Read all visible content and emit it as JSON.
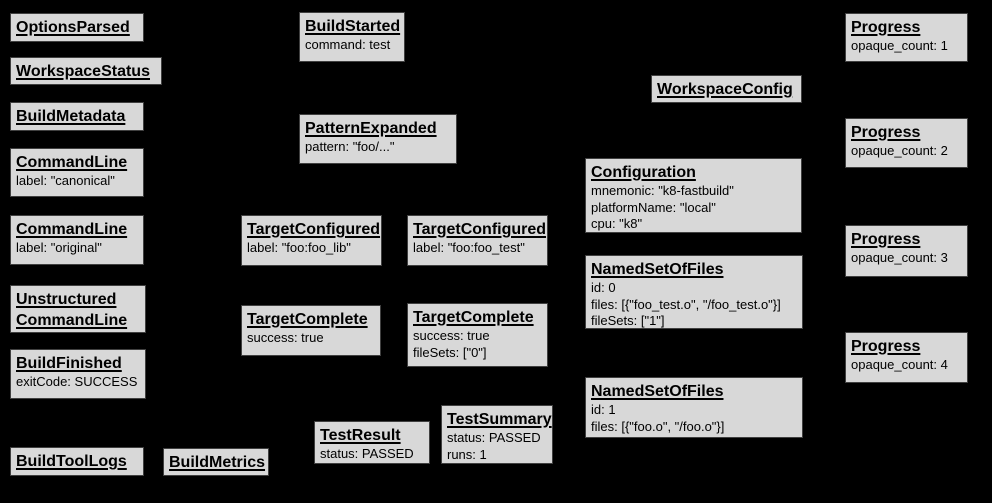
{
  "colors": {
    "background": "#000000",
    "node_fill": "#d8d8d8",
    "node_border": "#404040",
    "text": "#000000"
  },
  "nodes": {
    "options_parsed": {
      "title": "OptionsParsed",
      "lines": []
    },
    "workspace_status": {
      "title": "WorkspaceStatus",
      "lines": []
    },
    "build_metadata": {
      "title": "BuildMetadata",
      "lines": []
    },
    "command_line_canonical": {
      "title": "CommandLine",
      "lines": [
        "label: \"canonical\""
      ]
    },
    "command_line_original": {
      "title": "CommandLine",
      "lines": [
        "label: \"original\""
      ]
    },
    "unstructured_command_line": {
      "title": "Unstructured\nCommandLine",
      "lines": []
    },
    "build_finished": {
      "title": "BuildFinished",
      "lines": [
        "exitCode: SUCCESS"
      ]
    },
    "build_tool_logs": {
      "title": "BuildToolLogs",
      "lines": []
    },
    "build_metrics": {
      "title": "BuildMetrics",
      "lines": []
    },
    "build_started": {
      "title": "BuildStarted",
      "lines": [
        "command: test"
      ]
    },
    "pattern_expanded": {
      "title": "PatternExpanded",
      "lines": [
        "pattern: \"foo/...\""
      ]
    },
    "target_configured_lib": {
      "title": "TargetConfigured",
      "lines": [
        "label: \"foo:foo_lib\""
      ]
    },
    "target_configured_test": {
      "title": "TargetConfigured",
      "lines": [
        "label: \"foo:foo_test\""
      ]
    },
    "target_complete_lib": {
      "title": "TargetComplete",
      "lines": [
        "success: true"
      ]
    },
    "target_complete_test": {
      "title": "TargetComplete",
      "lines": [
        "success: true",
        "fileSets: [\"0\"]"
      ]
    },
    "test_result": {
      "title": "TestResult",
      "lines": [
        "status: PASSED"
      ]
    },
    "test_summary": {
      "title": "TestSummary",
      "lines": [
        "status: PASSED",
        "runs: 1"
      ]
    },
    "workspace_config": {
      "title": "WorkspaceConfig",
      "lines": []
    },
    "configuration": {
      "title": "Configuration",
      "lines": [
        "mnemonic: \"k8-fastbuild\"",
        "platformName: \"local\"",
        "cpu: \"k8\""
      ]
    },
    "named_set_of_files_0": {
      "title": "NamedSetOfFiles",
      "lines": [
        "id: 0",
        "files: [{\"foo_test.o\", \"/foo_test.o\"}]",
        "fileSets: [\"1\"]"
      ]
    },
    "named_set_of_files_1": {
      "title": "NamedSetOfFiles",
      "lines": [
        "id: 1",
        "files: [{\"foo.o\", \"/foo.o\"}]"
      ]
    },
    "progress_1": {
      "title": "Progress",
      "lines": [
        "opaque_count: 1"
      ]
    },
    "progress_2": {
      "title": "Progress",
      "lines": [
        "opaque_count: 2"
      ]
    },
    "progress_3": {
      "title": "Progress",
      "lines": [
        "opaque_count: 3"
      ]
    },
    "progress_4": {
      "title": "Progress",
      "lines": [
        "opaque_count: 4"
      ]
    }
  }
}
